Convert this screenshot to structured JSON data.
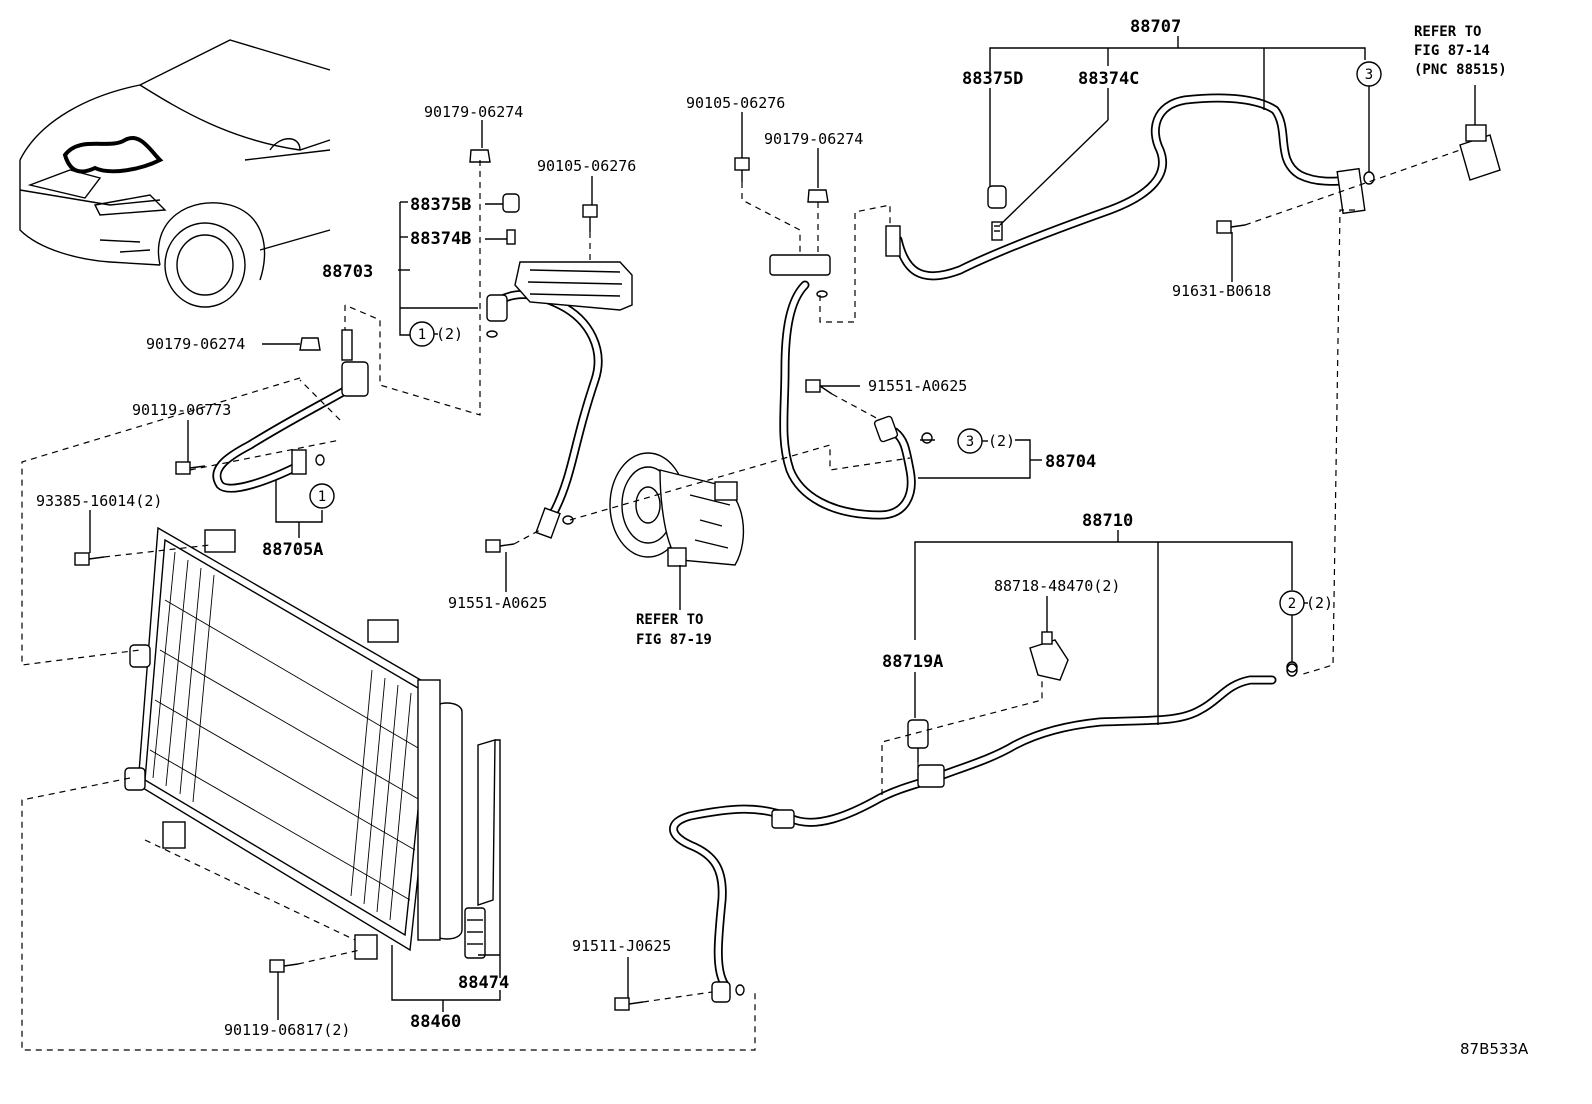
{
  "diagram_code": "87B533A",
  "parts": {
    "p88707": "88707",
    "p88375D": "88375D",
    "p88374C": "88374C",
    "p88703": "88703",
    "p88375B": "88375B",
    "p88374B": "88374B",
    "p88704": "88704",
    "p88705A": "88705A",
    "p88710": "88710",
    "p88719A": "88719A",
    "p88474": "88474",
    "p88460": "88460",
    "b90179_a": "90179-06274",
    "b90179_b": "90179-06274",
    "b90179_c": "90179-06274",
    "b90105_a": "90105-06276",
    "b90105_b": "90105-06276",
    "b90119_06773": "90119-06773",
    "b93385": "93385-16014(2)",
    "b91551_a": "91551-A0625",
    "b91551_b": "91551-A0625",
    "b91631": "91631-B0618",
    "b88718": "88718-48470(2)",
    "b91511": "91511-J0625",
    "b90119_06817": "90119-06817(2)"
  },
  "circles": {
    "c1a": "1",
    "c1b": "1",
    "c2": "2",
    "c3a": "3",
    "c3b": "3"
  },
  "qty": {
    "q1": "(2)",
    "q3": "(2)",
    "q2": "(2)"
  },
  "refs": {
    "ref_top_1": "REFER TO",
    "ref_top_2": "FIG 87-14",
    "ref_top_3": "(PNC 88515)",
    "ref_comp_1": "REFER TO",
    "ref_comp_2": "FIG 87-19"
  }
}
